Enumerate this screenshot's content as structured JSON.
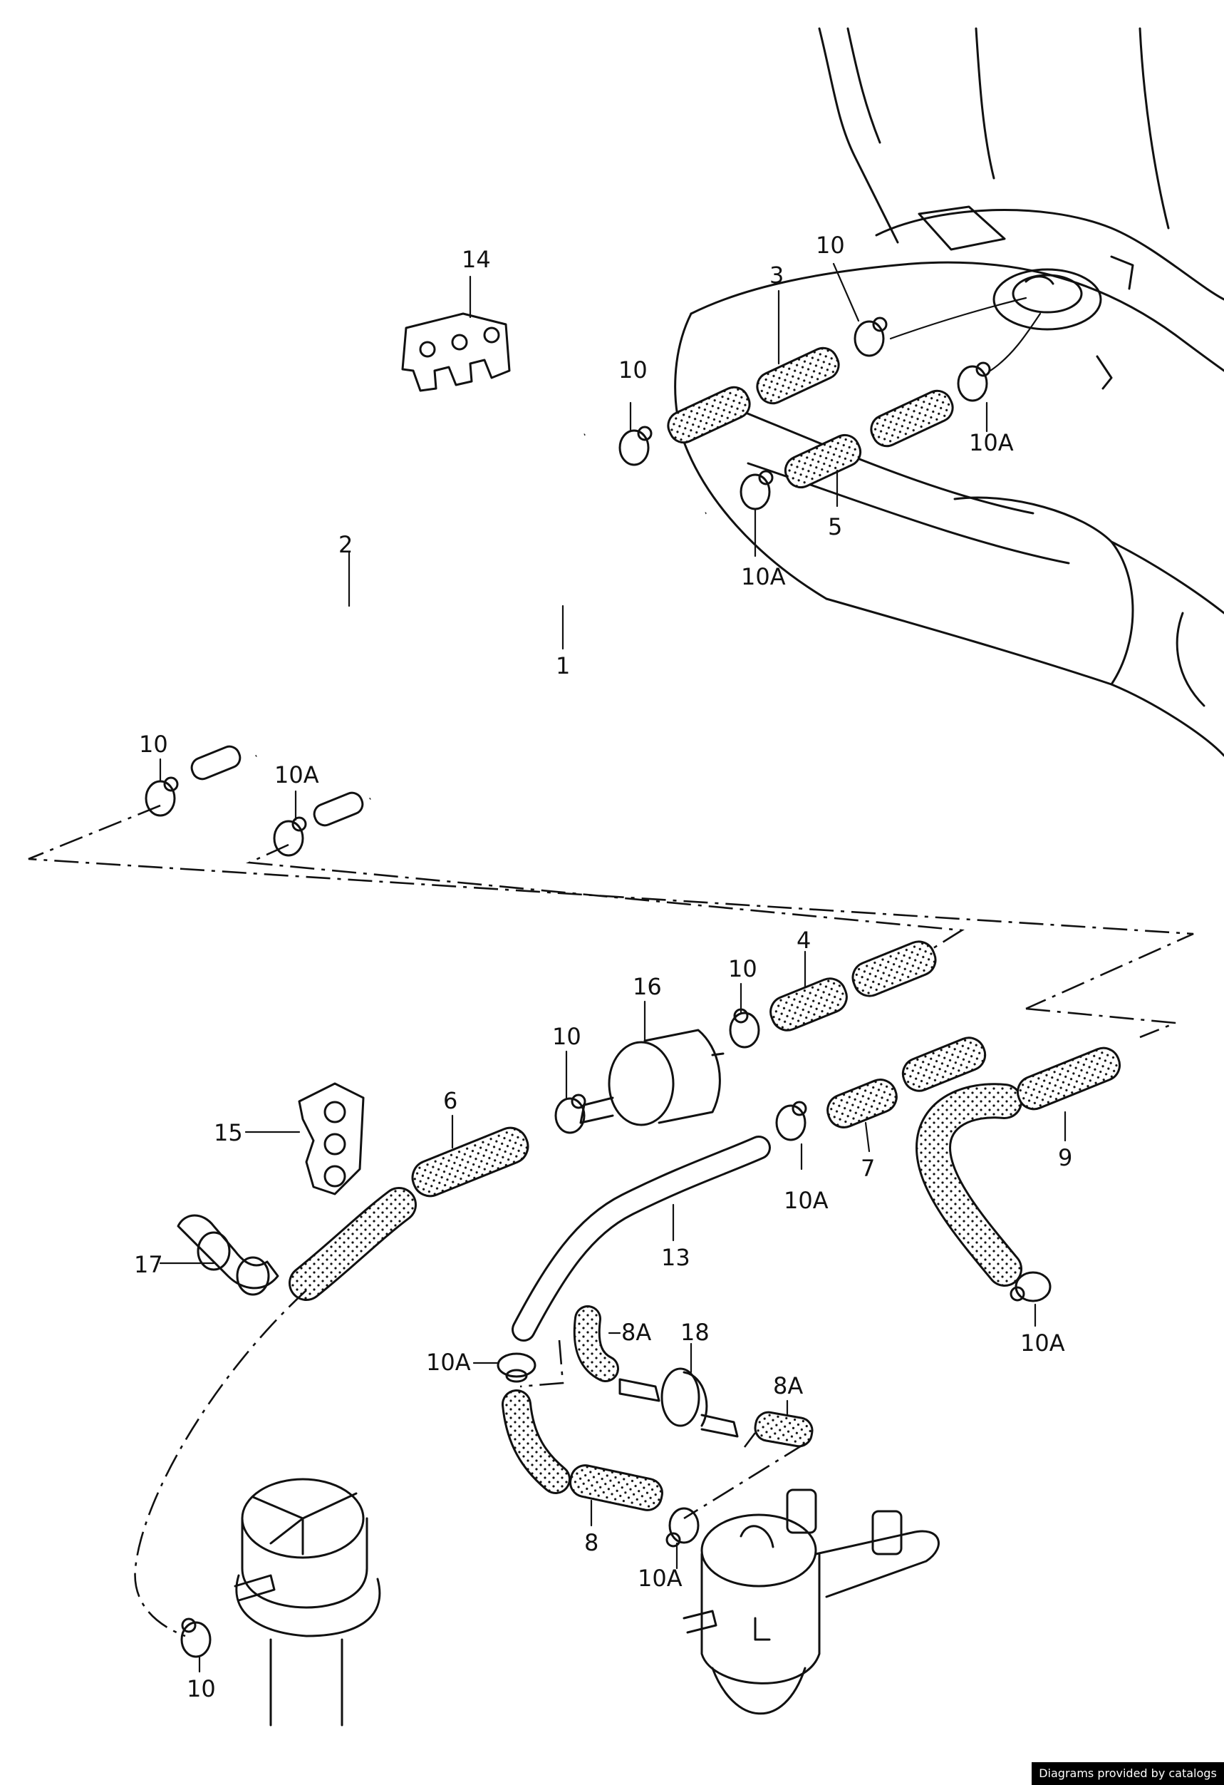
{
  "callouts": {
    "c14": "14",
    "c10_a": "10",
    "c3": "3",
    "c10_b": "10",
    "c10A_a": "10A",
    "c5": "5",
    "c10A_b": "10A",
    "c2": "2",
    "c1": "1",
    "c10_c": "10",
    "c10A_c": "10A",
    "c4": "4",
    "c10_d": "10",
    "c16": "16",
    "c10_e": "10",
    "c6": "6",
    "c15": "15",
    "c17": "17",
    "c10A_d": "10A",
    "c7": "7",
    "c9": "9",
    "c13": "13",
    "c10A_e": "10A",
    "c8A_a": "8A",
    "c18": "18",
    "c8A_b": "8A",
    "c10A_f": "10A",
    "c8": "8",
    "c10A_g": "10A",
    "c10_f": "10"
  },
  "footer": {
    "text": "Diagrams provided by catalogs parts"
  }
}
